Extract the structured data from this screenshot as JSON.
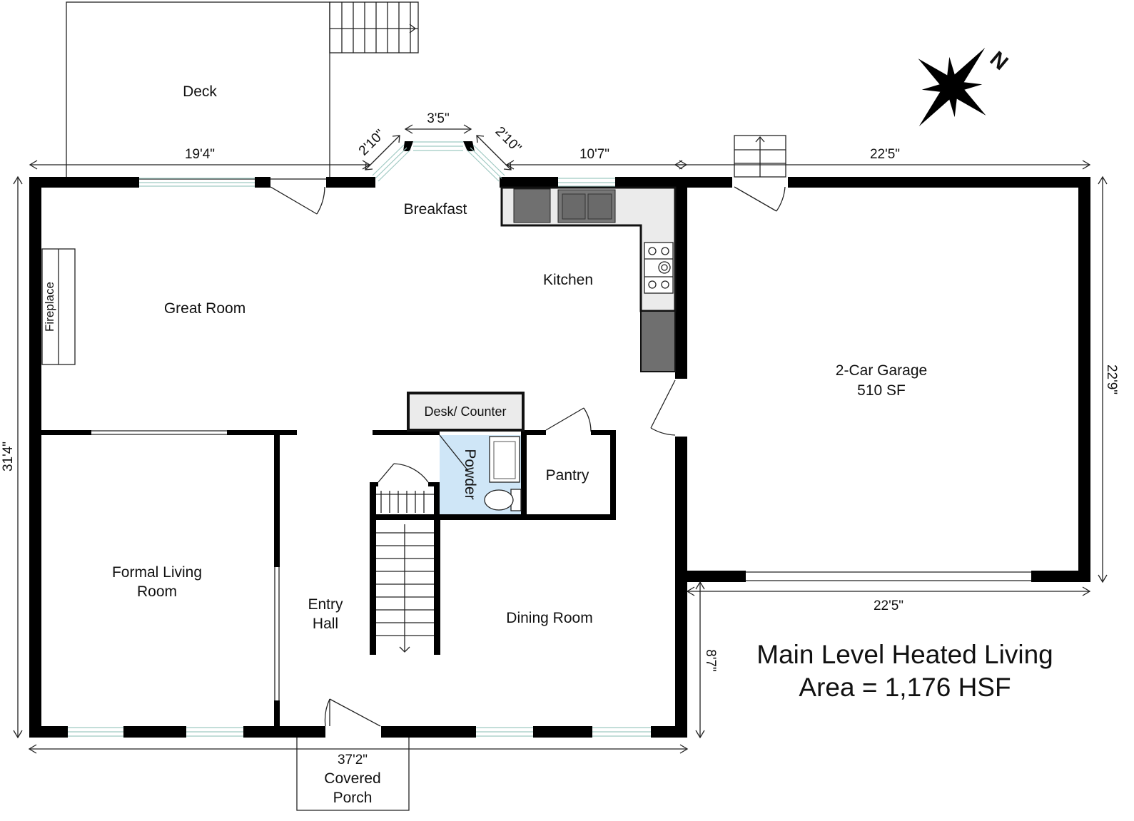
{
  "rooms": {
    "deck": "Deck",
    "breakfast": "Breakfast",
    "great_room": "Great Room",
    "fireplace": "Fireplace",
    "kitchen": "Kitchen",
    "garage_name": "2-Car Garage",
    "garage_area": "510 SF",
    "desk_counter": "Desk/ Counter",
    "powder": "Powder",
    "pantry": "Pantry",
    "formal_living_1": "Formal Living",
    "formal_living_2": "Room",
    "entry_hall_1": "Entry",
    "entry_hall_2": "Hall",
    "dining_room": "Dining Room",
    "covered_porch_1": "Covered",
    "covered_porch_2": "Porch"
  },
  "dimensions": {
    "great_room_width": "19'4\"",
    "bay_left": "2'10\"",
    "bay_center": "3'5\"",
    "bay_right": "2'10\"",
    "kitchen_width": "10'7\"",
    "garage_top_width": "22'5\"",
    "garage_bottom_width": "22'5\"",
    "garage_depth": "22'9\"",
    "house_depth": "31'4\"",
    "house_width": "37'2\"",
    "garage_offset": "8'7\""
  },
  "summary": {
    "line1": "Main Level Heated Living",
    "line2": "Area = 1,176 HSF"
  },
  "compass": {
    "label": "N",
    "icon": "compass-rose-icon"
  },
  "colors": {
    "wall": "#000000",
    "window": "#9fc9c2",
    "powder_fill": "#cfe6f7",
    "appliance": "#777777",
    "counter": "#ebebeb"
  }
}
